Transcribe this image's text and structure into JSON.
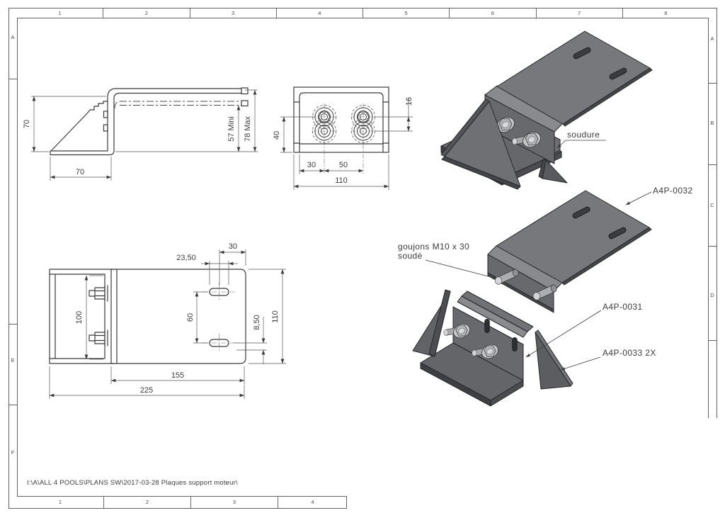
{
  "sheet": {
    "cols_top": [
      "1",
      "2",
      "3",
      "4",
      "5",
      "6",
      "7",
      "8"
    ],
    "cols_bottom": [
      "1",
      "2",
      "3",
      "4"
    ],
    "rows_left": [
      "A",
      "E",
      "F"
    ],
    "rows_right": [
      "A",
      "B",
      "C",
      "D"
    ],
    "file_path": "I:\\A\\ALL 4 POOLS\\PLANS SW\\2017-03-28 Plaques support moteur\\"
  },
  "side_view": {
    "height": "70",
    "base": "70",
    "mini": "57 Mini",
    "max": "78 Max"
  },
  "top_view": {
    "depth": "40",
    "pitch_y": "16",
    "edge_to_stud": "30",
    "stud_pitch": "50",
    "width": "110"
  },
  "front_view": {
    "plate_height": "100",
    "slot_to_edge": "30",
    "slot_length": "23,50",
    "slot_pitch": "60",
    "offset": "8,50",
    "height": "110",
    "plate_length": "155",
    "total_length": "225"
  },
  "labels": {
    "weld": "soudure",
    "top_plate": "A4P-0032",
    "studs_1": "goujons M10 x 30",
    "studs_2": "soudé",
    "bracket": "A4P-0031",
    "gusset": "A4P-0033  2X"
  },
  "colors": {
    "part_top": "#77787b",
    "part_face": "#68696d",
    "part_dark": "#46474a",
    "metal": "#c6c7c9",
    "line": "#3a3b3d"
  }
}
